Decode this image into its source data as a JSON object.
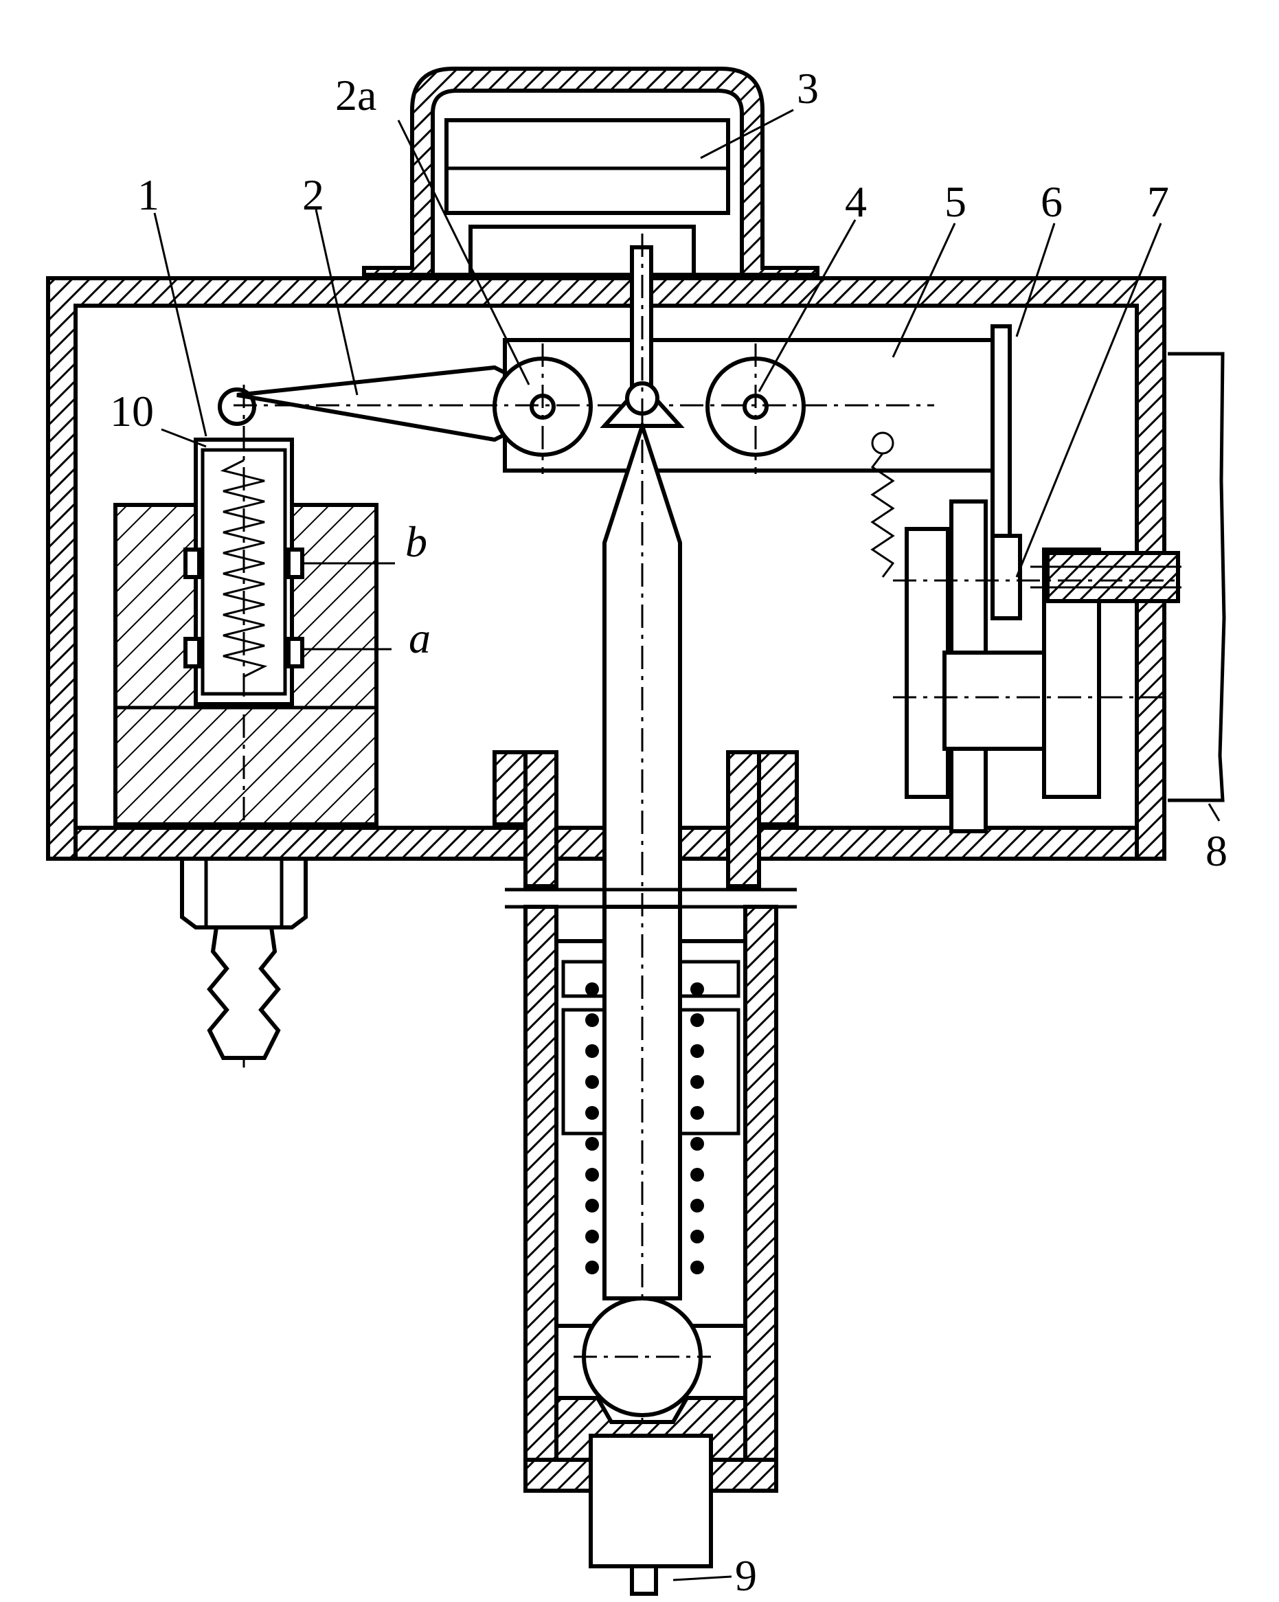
{
  "labels": {
    "l1": "1",
    "l2": "2",
    "l2a": "2a",
    "l3": "3",
    "l4": "4",
    "l5": "5",
    "l6": "6",
    "l7": "7",
    "l8": "8",
    "l9": "9",
    "l10": "10",
    "la": "a",
    "lb": "b"
  },
  "colors": {
    "ink": "#000000",
    "paper": "#ffffff"
  }
}
